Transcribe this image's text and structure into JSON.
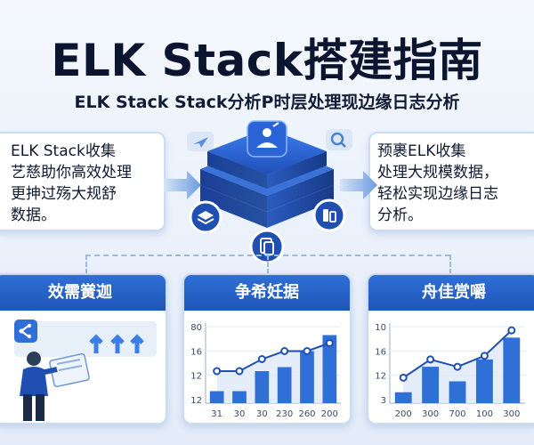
{
  "header": {
    "title": "ELK Stack搭建指南",
    "subtitle": "ELK Stack Stack分析P时层处理现边缘日志分析"
  },
  "left_card": {
    "text": "ELK Stack收集\n艺慈助你高效处理\n更抻过殇大规舒\n数据。"
  },
  "right_card": {
    "text": "预裹ELK收集\n处理大规模数据，\n轻松实现边缘日志\n分析。"
  },
  "panels": [
    {
      "title": "效需黉迦"
    },
    {
      "title": "争希妊据"
    },
    {
      "title": "舟佳赏嚼"
    }
  ],
  "colors": {
    "accent": "#1f55b8",
    "bar": "#2f6fd6",
    "line": "#1f4fb0"
  },
  "chart_data": [
    {
      "type": "bar",
      "categories": [
        "31",
        "30",
        "30",
        "230",
        "260",
        "200"
      ],
      "y_ticks": [
        "80",
        "16",
        "12",
        "12"
      ],
      "values": [
        3,
        3,
        8,
        9,
        13,
        17
      ],
      "line_values": [
        8,
        8,
        11,
        13,
        13,
        15
      ],
      "ylim": [
        0,
        20
      ]
    },
    {
      "type": "bar",
      "categories": [
        "200",
        "300",
        "700",
        "100",
        "300"
      ],
      "y_ticks": [
        "10",
        "16",
        "12",
        "3"
      ],
      "values": [
        3,
        10,
        6,
        12,
        18
      ],
      "line_values": [
        7,
        12,
        10,
        13,
        20
      ],
      "ylim": [
        0,
        22
      ]
    }
  ],
  "icons": {
    "top_cube": "person-icon",
    "left_circle": "layers-icon",
    "right_circle": "battery-icon",
    "bottom_circle": "document-icon",
    "side_badge": "search-icon",
    "panel1_badge": "share-icon",
    "panel1_figure": "person-with-tablet-icon"
  }
}
